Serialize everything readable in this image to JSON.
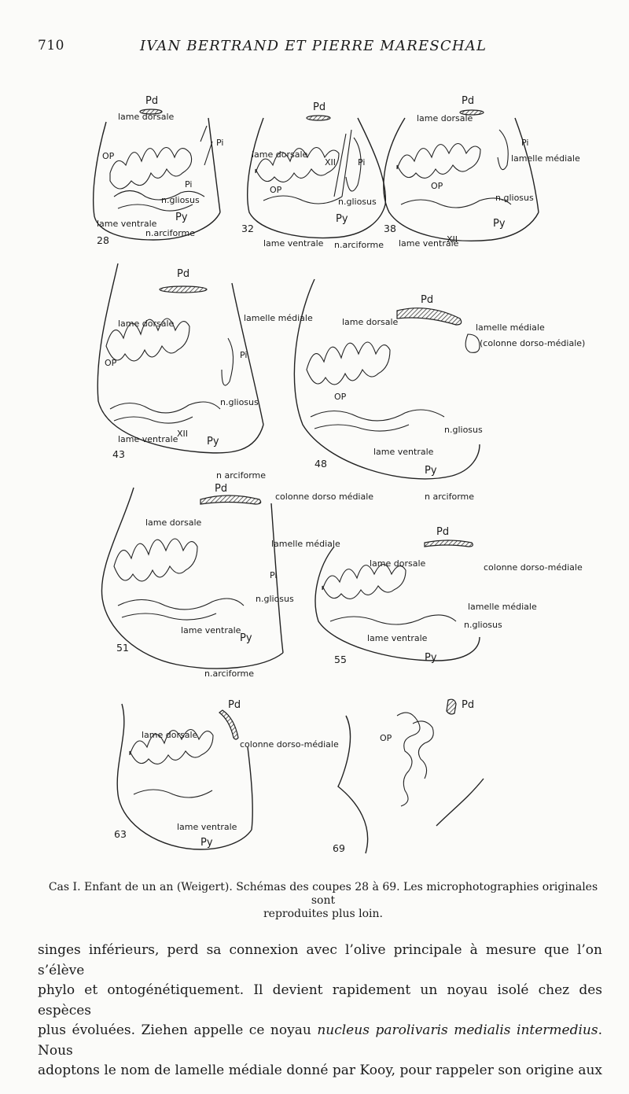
{
  "header": {
    "page_number": "710",
    "running_title": "IVAN BERTRAND ET PIERRE MARESCHAL"
  },
  "figure": {
    "panels": [
      {
        "number": "28",
        "labels": {
          "pd": "Pd",
          "lame_dorsale": "lame dorsale",
          "op": "OP",
          "pi": "Pi",
          "pi2": "Pi",
          "ngliosus": "n.gliosus",
          "lame_ventrale": "lame ventrale",
          "py": "Py",
          "narciforme": "n.arciforme"
        }
      },
      {
        "number": "32",
        "labels": {
          "pd": "Pd",
          "lame_dorsale": "lame dorsale",
          "op": "OP",
          "xii": "XII",
          "pi": "Pi",
          "ngliosus": "n.gliosus",
          "py": "Py",
          "lame_ventrale": "lame ventrale",
          "narciforme": "n.arciforme"
        }
      },
      {
        "number": "38",
        "labels": {
          "pd": "Pd",
          "lame_dorsale": "lame dorsale",
          "op": "OP",
          "pi": "Pi",
          "lamelle_mediale": "lamelle médiale",
          "ngliosus": "n.gliosus",
          "py": "Py",
          "lame_ventrale": "lame ventrale",
          "xii": "XII"
        }
      },
      {
        "number": "43",
        "labels": {
          "pd": "Pd",
          "lame_dorsale": "lame dorsale",
          "op": "OP",
          "lamelle_mediale": "lamelle médiale",
          "pi": "Pi",
          "ngliosus": "n.gliosus",
          "lame_ventrale": "lame ventrale",
          "xii": "XII",
          "py": "Py",
          "narciforme": "n arciforme"
        }
      },
      {
        "number": "48",
        "labels": {
          "pd": "Pd",
          "lame_dorsale": "lame dorsale",
          "lamelle_mediale": "lamelle médiale",
          "colonne": "(colonne dorso-médiale)",
          "op": "OP",
          "ngliosus": "n.gliosus",
          "lame_ventrale": "lame ventrale",
          "py": "Py",
          "narciforme": "n arciforme"
        }
      },
      {
        "number": "51",
        "labels": {
          "pd": "Pd",
          "colonne": "colonne dorso médiale",
          "lame_dorsale": "lame dorsale",
          "lamelle_mediale": "lamelle médiale",
          "pi": "Pi",
          "ngliosus": "n.gliosus",
          "lame_ventrale": "lame ventrale",
          "py": "Py",
          "narciforme": "n.arciforme"
        }
      },
      {
        "number": "55",
        "labels": {
          "pd": "Pd",
          "lame_dorsale": "lame dorsale",
          "colonne": "colonne dorso-médiale",
          "lamelle_mediale": "lamelle médiale",
          "ngliosus": "n.gliosus",
          "lame_ventrale": "lame ventrale",
          "py": "Py"
        }
      },
      {
        "number": "63",
        "labels": {
          "pd": "Pd",
          "lame_dorsale": "lame dorsale",
          "colonne": "colonne dorso-médiale",
          "lame_ventrale": "lame ventrale",
          "py": "Py"
        }
      },
      {
        "number": "69",
        "labels": {
          "pd": "Pd",
          "op": "OP"
        }
      }
    ]
  },
  "caption": {
    "line1": "Cas I. Enfant de un an (Weigert). Schémas des coupes 28 à 69. Les microphotographies originales sont",
    "line2": "reproduites plus loin."
  },
  "body": {
    "line1": "singes inférieurs, perd sa connexion avec l’olive principale à mesure que l’on s’élève",
    "line2": "phylo et ontogénétiquement. Il devient rapidement un noyau isolé chez des espèces",
    "line3_a": "plus évoluées. Ziehen appelle ce noyau ",
    "line3_b": "nucleus parolivaris medialis intermedius",
    "line3_c": ". Nous",
    "line4": "adoptons le nom de lamelle médiale donné par Kooy, pour rappeler son origine aux"
  },
  "colors": {
    "ink": "#1b1b1b",
    "paper": "#fbfbf9"
  }
}
